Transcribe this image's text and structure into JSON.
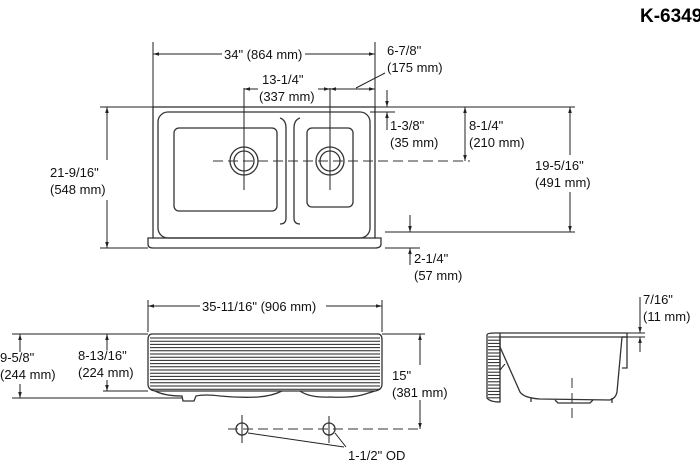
{
  "model": "K-6349",
  "top_view": {
    "overall_width": "34\" (864 mm)",
    "drain_spacing": [
      "13-1/4\"",
      "(337 mm)"
    ],
    "right_drain_offset": [
      "6-7/8\"",
      "(175 mm)"
    ],
    "overall_depth": [
      "21-9/16\"",
      "(548 mm)"
    ],
    "rim_to_bowl": [
      "1-3/8\"",
      "(35 mm)"
    ],
    "rim_to_drain": [
      "8-1/4\"",
      "(210 mm)"
    ],
    "bowl_depth_front_to_back": [
      "19-5/16\"",
      "(491 mm)"
    ],
    "apron_overhang": [
      "2-1/4\"",
      "(57 mm)"
    ]
  },
  "front_view": {
    "apron_width": "35-11/16\" (906 mm)",
    "overall_height": [
      "9-5/8\"",
      "(244 mm)"
    ],
    "apron_height": [
      "8-13/16\"",
      "(224 mm)"
    ],
    "rim_to_outlet": [
      "15\"",
      "(381 mm)"
    ],
    "outlet_size": "1-1/2\" OD"
  },
  "side_view": {
    "rim_thickness": [
      "7/16\"",
      "(11 mm)"
    ]
  }
}
